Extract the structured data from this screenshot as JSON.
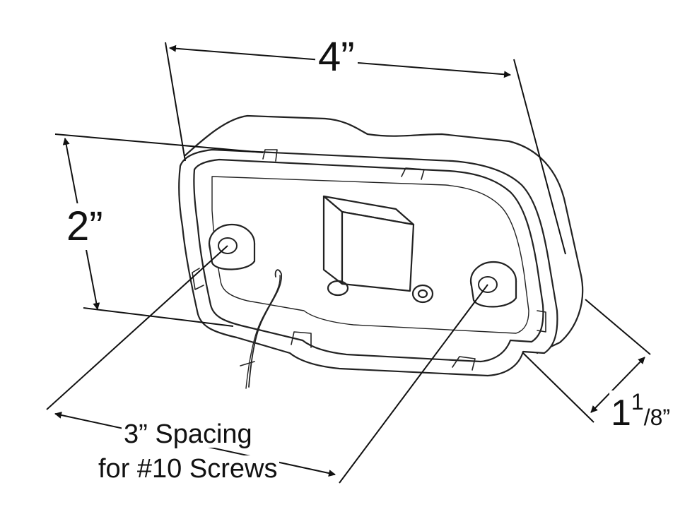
{
  "diagram": {
    "dimensions": {
      "width": "4”",
      "height": "2”",
      "depth": {
        "whole": "1",
        "numerator": "1",
        "denominator": "8”"
      }
    },
    "spacing_note": {
      "line1": "3” Spacing",
      "line2": "for #10 Screws"
    }
  }
}
